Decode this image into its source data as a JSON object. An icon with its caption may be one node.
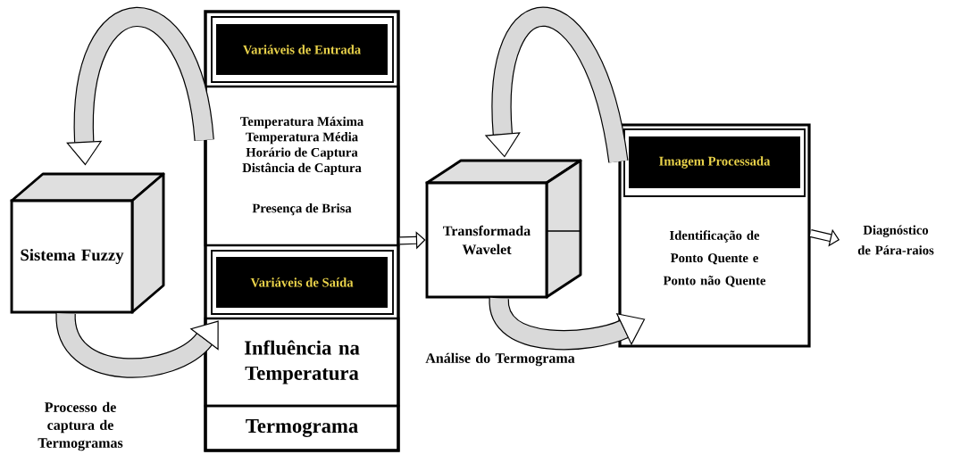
{
  "diagram": {
    "nodes": [
      {
        "text": [
          "Sistema Fuzzy"
        ]
      },
      {
        "text": [],
        "shape": "box"
      },
      {
        "text": [
          "Variáveis de Entrada"
        ],
        "in": 1
      },
      {
        "text": [
          "Temperatura Máxima",
          "Temperatura Média",
          "Horário de Captura",
          "Distância de Captura",
          "Presença de Brisa"
        ],
        "in": 1
      },
      {
        "text": [
          "Variáveis de Saída"
        ],
        "in": 1
      },
      {
        "text": [
          "Influência na Temperatura"
        ],
        "in": 1
      },
      {
        "text": [
          "Termograma"
        ],
        "in": 1
      },
      {
        "text": [
          "Transformada Wavelet"
        ]
      },
      {
        "text": [
          "Identificação de Ponto Quente e Ponto não Quente"
        ]
      },
      {
        "text": [
          "Imagem Processada"
        ],
        "in": 8
      },
      {
        "text": [
          "Diagnóstico de Pára-raios"
        ]
      }
    ],
    "edges": [
      {
        "from": 3,
        "to": 0,
        "arrow": "to"
      },
      {
        "from": 0,
        "to": 4,
        "arrow": "to"
      },
      {
        "from": 1,
        "to": 7,
        "arrow": "to"
      },
      {
        "from": 7,
        "to": 8,
        "arrow": "to"
      },
      {
        "from": 8,
        "to": 7,
        "arrow": "to"
      },
      {
        "from": 8,
        "to": 10,
        "arrow": "to"
      }
    ],
    "labels": [
      "Processo de captura de Termogramas",
      "Análise do Termograma"
    ]
  }
}
